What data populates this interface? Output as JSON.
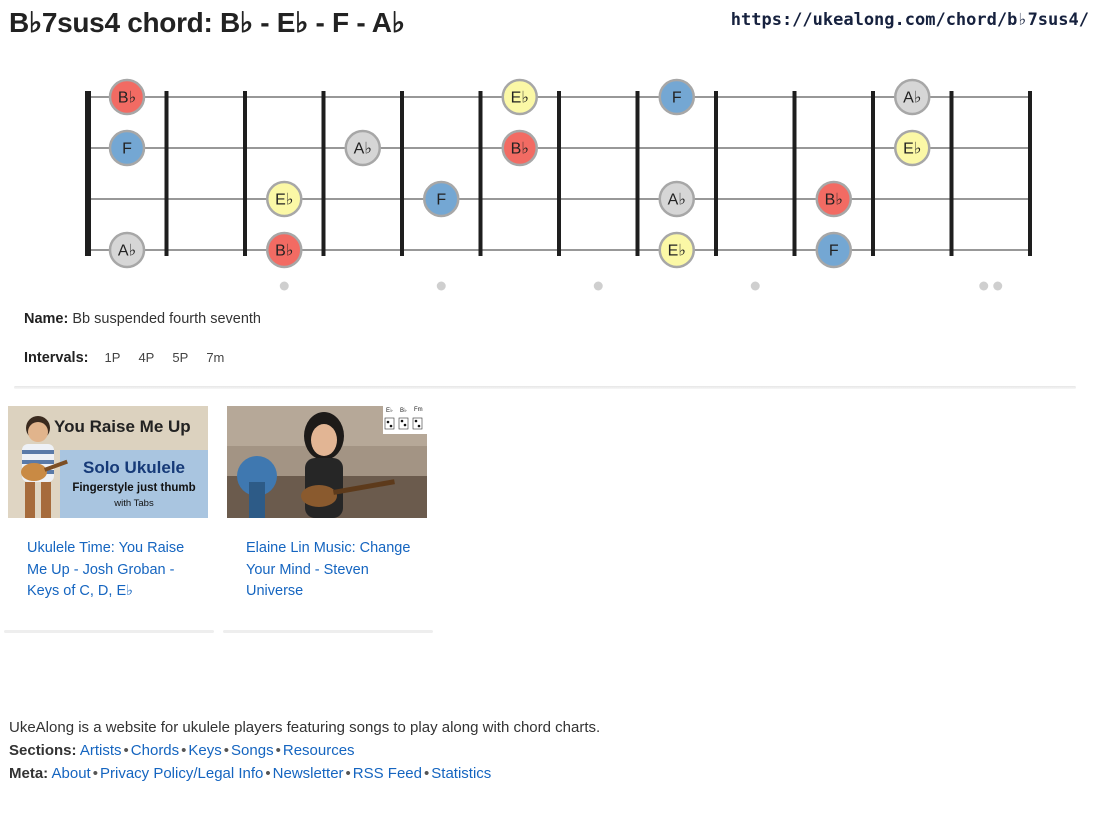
{
  "page": {
    "title": "B♭7sus4 chord: B♭ - E♭ - F - A♭",
    "url": "https://ukealong.com/chord/b♭7sus4/"
  },
  "chord_data": {
    "note_colors": {
      "B♭": "#f26b63",
      "E♭": "#fbf8a6",
      "F": "#74a7d3",
      "A♭": "#d6d6d6"
    },
    "strings": [
      [
        {
          "fret": 0,
          "note": "B♭"
        },
        {
          "fret": 5,
          "note": "E♭"
        },
        {
          "fret": 7,
          "note": "F"
        },
        {
          "fret": 10,
          "note": "A♭"
        }
      ],
      [
        {
          "fret": 0,
          "note": "F"
        },
        {
          "fret": 3,
          "note": "A♭"
        },
        {
          "fret": 5,
          "note": "B♭"
        },
        {
          "fret": 10,
          "note": "E♭"
        }
      ],
      [
        {
          "fret": 2,
          "note": "E♭"
        },
        {
          "fret": 4,
          "note": "F"
        },
        {
          "fret": 7,
          "note": "A♭"
        },
        {
          "fret": 9,
          "note": "B♭"
        }
      ],
      [
        {
          "fret": 0,
          "note": "A♭"
        },
        {
          "fret": 2,
          "note": "B♭"
        },
        {
          "fret": 7,
          "note": "E♭"
        },
        {
          "fret": 9,
          "note": "F"
        }
      ]
    ],
    "fret_count": 12,
    "markers": [
      {
        "fret": 3,
        "count": 1
      },
      {
        "fret": 5,
        "count": 1
      },
      {
        "fret": 7,
        "count": 1
      },
      {
        "fret": 9,
        "count": 1
      },
      {
        "fret": 12,
        "count": 2
      }
    ]
  },
  "info": {
    "name_label": "Name:",
    "name_value": "Bb suspended fourth seventh",
    "intervals_label": "Intervals:",
    "intervals": [
      "1P",
      "4P",
      "5P",
      "7m"
    ]
  },
  "videos": [
    {
      "link": "Ukulele Time: You Raise Me Up - Josh Groban - Keys of C, D, E♭",
      "thumb_title": "You Raise Me Up",
      "thumb_sub1": "Solo Ukulele",
      "thumb_sub2": "Fingerstyle just thumb",
      "thumb_sub3": "with Tabs"
    },
    {
      "link": "Elaine Lin Music: Change Your Mind - Steven Universe",
      "chords": [
        "E♭",
        "B♭",
        "Fm"
      ]
    }
  ],
  "footer": {
    "description": "UkeAlong is a website for ukulele players featuring songs to play along with chord charts.",
    "sections_label": "Sections:",
    "sections": [
      "Artists",
      "Chords",
      "Keys",
      "Songs",
      "Resources"
    ],
    "meta_label": "Meta:",
    "meta": [
      "About",
      "Privacy Policy/Legal Info",
      "Newsletter",
      "RSS Feed",
      "Statistics"
    ]
  }
}
